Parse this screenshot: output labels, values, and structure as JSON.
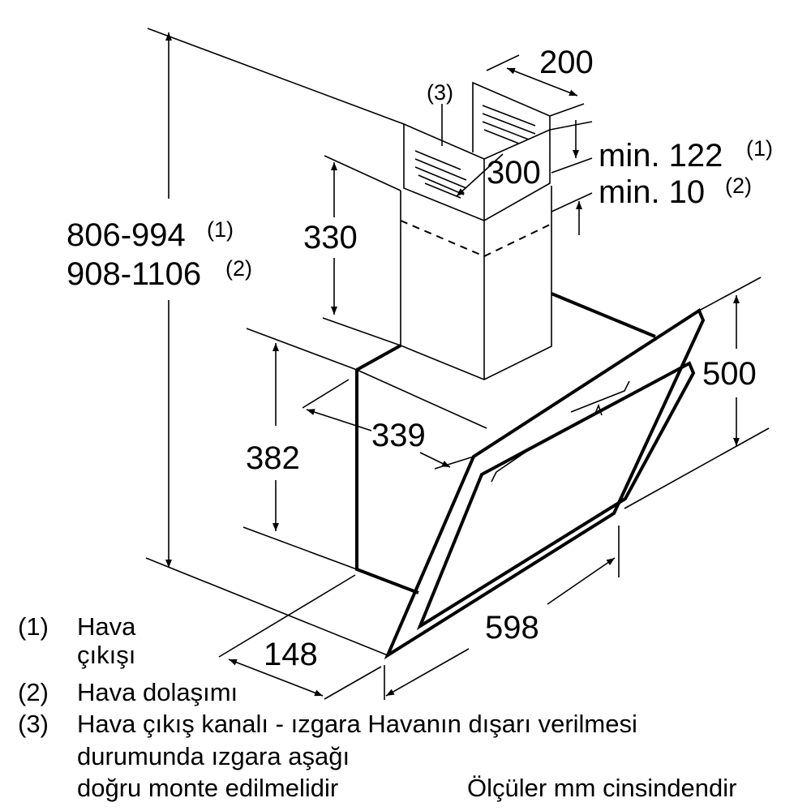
{
  "dimensions": {
    "total_height_line1": "806-994",
    "total_height_line1_ref": "(1)",
    "total_height_line2": "908-1106",
    "total_height_line2_ref": "(2)",
    "chimney_width": "200",
    "chimney_depth": "300",
    "chimney_lower": "330",
    "body_height": "382",
    "body_depth": "339",
    "glass_height": "500",
    "width": "598",
    "front_depth": "148",
    "min_top": "min. 122",
    "min_top_ref": "(1)",
    "min_bottom": "min. 10",
    "min_bottom_ref": "(2)",
    "part3_callout": "(3)"
  },
  "legend": [
    {
      "num": "(1)",
      "line1": "Hava",
      "line2": "çıkışı"
    },
    {
      "num": "(2)",
      "line1": "Hava dolaşımı"
    },
    {
      "num": "(3)",
      "line1": "Hava çıkış kanalı - ızgara Havanın dışarı verilmesi",
      "line2": "durumunda ızgara aşağı",
      "line3": "doğru monte edilmelidir"
    }
  ],
  "units_note": "Ölçüler mm cinsindendir"
}
